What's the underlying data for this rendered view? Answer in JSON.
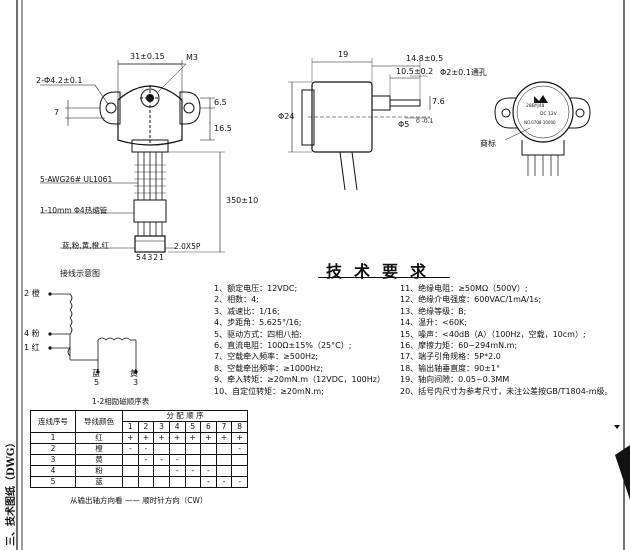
{
  "dimensions": {
    "width_top": "31±0.15",
    "thread": "M3",
    "holes": "2-Φ4.2±0.1",
    "left_h": "7",
    "right_h1": "6.5",
    "right_h2": "16.5",
    "lead_len": "350±10",
    "side_19": "19",
    "side_148": "14.8±0.5",
    "side_105": "10.5±0.2",
    "side_phi2": "Φ2±0.1通孔",
    "side_phi24": "Φ24",
    "side_7": "7.6",
    "side_phi5": "Φ5",
    "side_tol": "0 -0.1",
    "trademark": "商标"
  },
  "wire_spec": "5-AWG26# UL1061",
  "heat_shrink": "1-10mm Φ4热缩管",
  "wire_colors": "蓝,粉,黄,橙,红",
  "connector": "2.0X5P",
  "pin_numbers": "54321",
  "wiring_title": "接线示意图",
  "wiring_labels": {
    "orange": "2 橙",
    "pink": "4 粉",
    "red": "1 红",
    "blue": "蓝",
    "blue_n": "5",
    "yellow": "黄",
    "yellow_n": "3",
    "caption": "1-2相励磁顺序表"
  },
  "label_stamp": {
    "l1": "28BYJ48",
    "l2": "DC 12V",
    "l3": "NO.0708-10000"
  },
  "requirements_title": "技术要求",
  "requirements_left": [
    "1、额定电压：12VDC;",
    "2、相数：4;",
    "3、减速比：1/16;",
    "4、步距角：5.625°/16;",
    "5、驱动方式：四相八拍;",
    "6、直流电阻：100Ω±15%（25°C）;",
    "7、空载牵入频率：≥500Hz;",
    "8、空载牵出频率：≥1000Hz;",
    "9、牵入转矩：≥20mN.m（12VDC，100Hz）",
    "10、自定位转矩：≥20mN.m;"
  ],
  "requirements_right": [
    "11、绝缘电阻：≥50MΩ（500V）;",
    "12、绝缘介电强度：600VAC/1mA/1s;",
    "13、绝缘等级：B;",
    "14、温升：<60K;",
    "15、噪声：<40dB（A）（100Hz，空载，10cm）;",
    "16、摩擦力矩：60~294mN.m;",
    "17、端子引角规格：5P*2.0",
    "18、输出轴垂直度：90±1°",
    "19、轴向间隙：0.05~0.3MM",
    "20、括号内尺寸为参考尺寸，未注公差按GB/T1804-m级。"
  ],
  "sequence_table": {
    "col_seq": "连线序号",
    "col_color": "导线颜色",
    "col_dist": "分 配 顺 序",
    "steps": [
      "1",
      "2",
      "3",
      "4",
      "5",
      "6",
      "7",
      "8"
    ],
    "rows": [
      {
        "n": "1",
        "color": "红",
        "marks": [
          "+",
          "+",
          "+",
          "+",
          "+",
          "+",
          "+",
          "+"
        ]
      },
      {
        "n": "2",
        "color": "橙",
        "marks": [
          "-",
          "-",
          "",
          "",
          "",
          "",
          "",
          "-"
        ]
      },
      {
        "n": "3",
        "color": "黄",
        "marks": [
          "",
          "-",
          "-",
          "-",
          "",
          "",
          "",
          ""
        ]
      },
      {
        "n": "4",
        "color": "粉",
        "marks": [
          "",
          "",
          "",
          "-",
          "-",
          "-",
          "",
          ""
        ]
      },
      {
        "n": "5",
        "color": "蓝",
        "marks": [
          "",
          "",
          "",
          "",
          "",
          "-",
          "-",
          "-"
        ]
      }
    ]
  },
  "direction_note": "从输出轴方向看 —— 顺时针方向（CW）",
  "side_title": "三、技术图纸（DWG）"
}
